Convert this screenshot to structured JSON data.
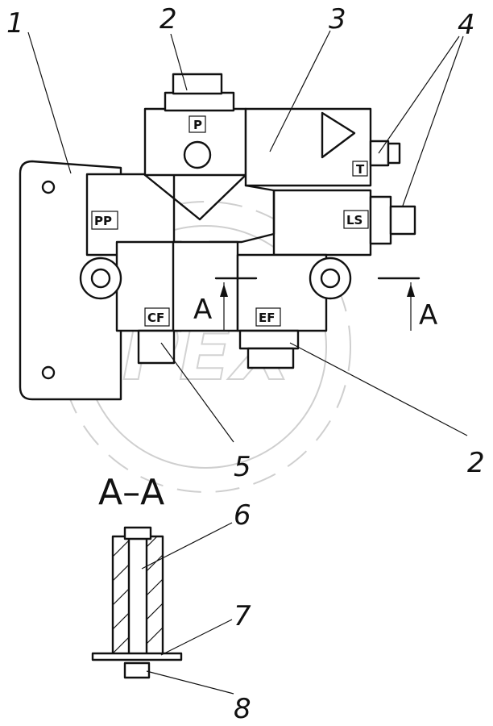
{
  "callouts": [
    "1",
    "2",
    "3",
    "4",
    "5",
    "2",
    "6",
    "7",
    "8"
  ],
  "port_labels": {
    "p": "P",
    "pp": "PP",
    "t": "T",
    "ls": "LS",
    "cf": "CF",
    "ef": "EF"
  },
  "section_marks": {
    "left": "A",
    "right": "A",
    "title": "A–A"
  },
  "watermark": "OPEX"
}
